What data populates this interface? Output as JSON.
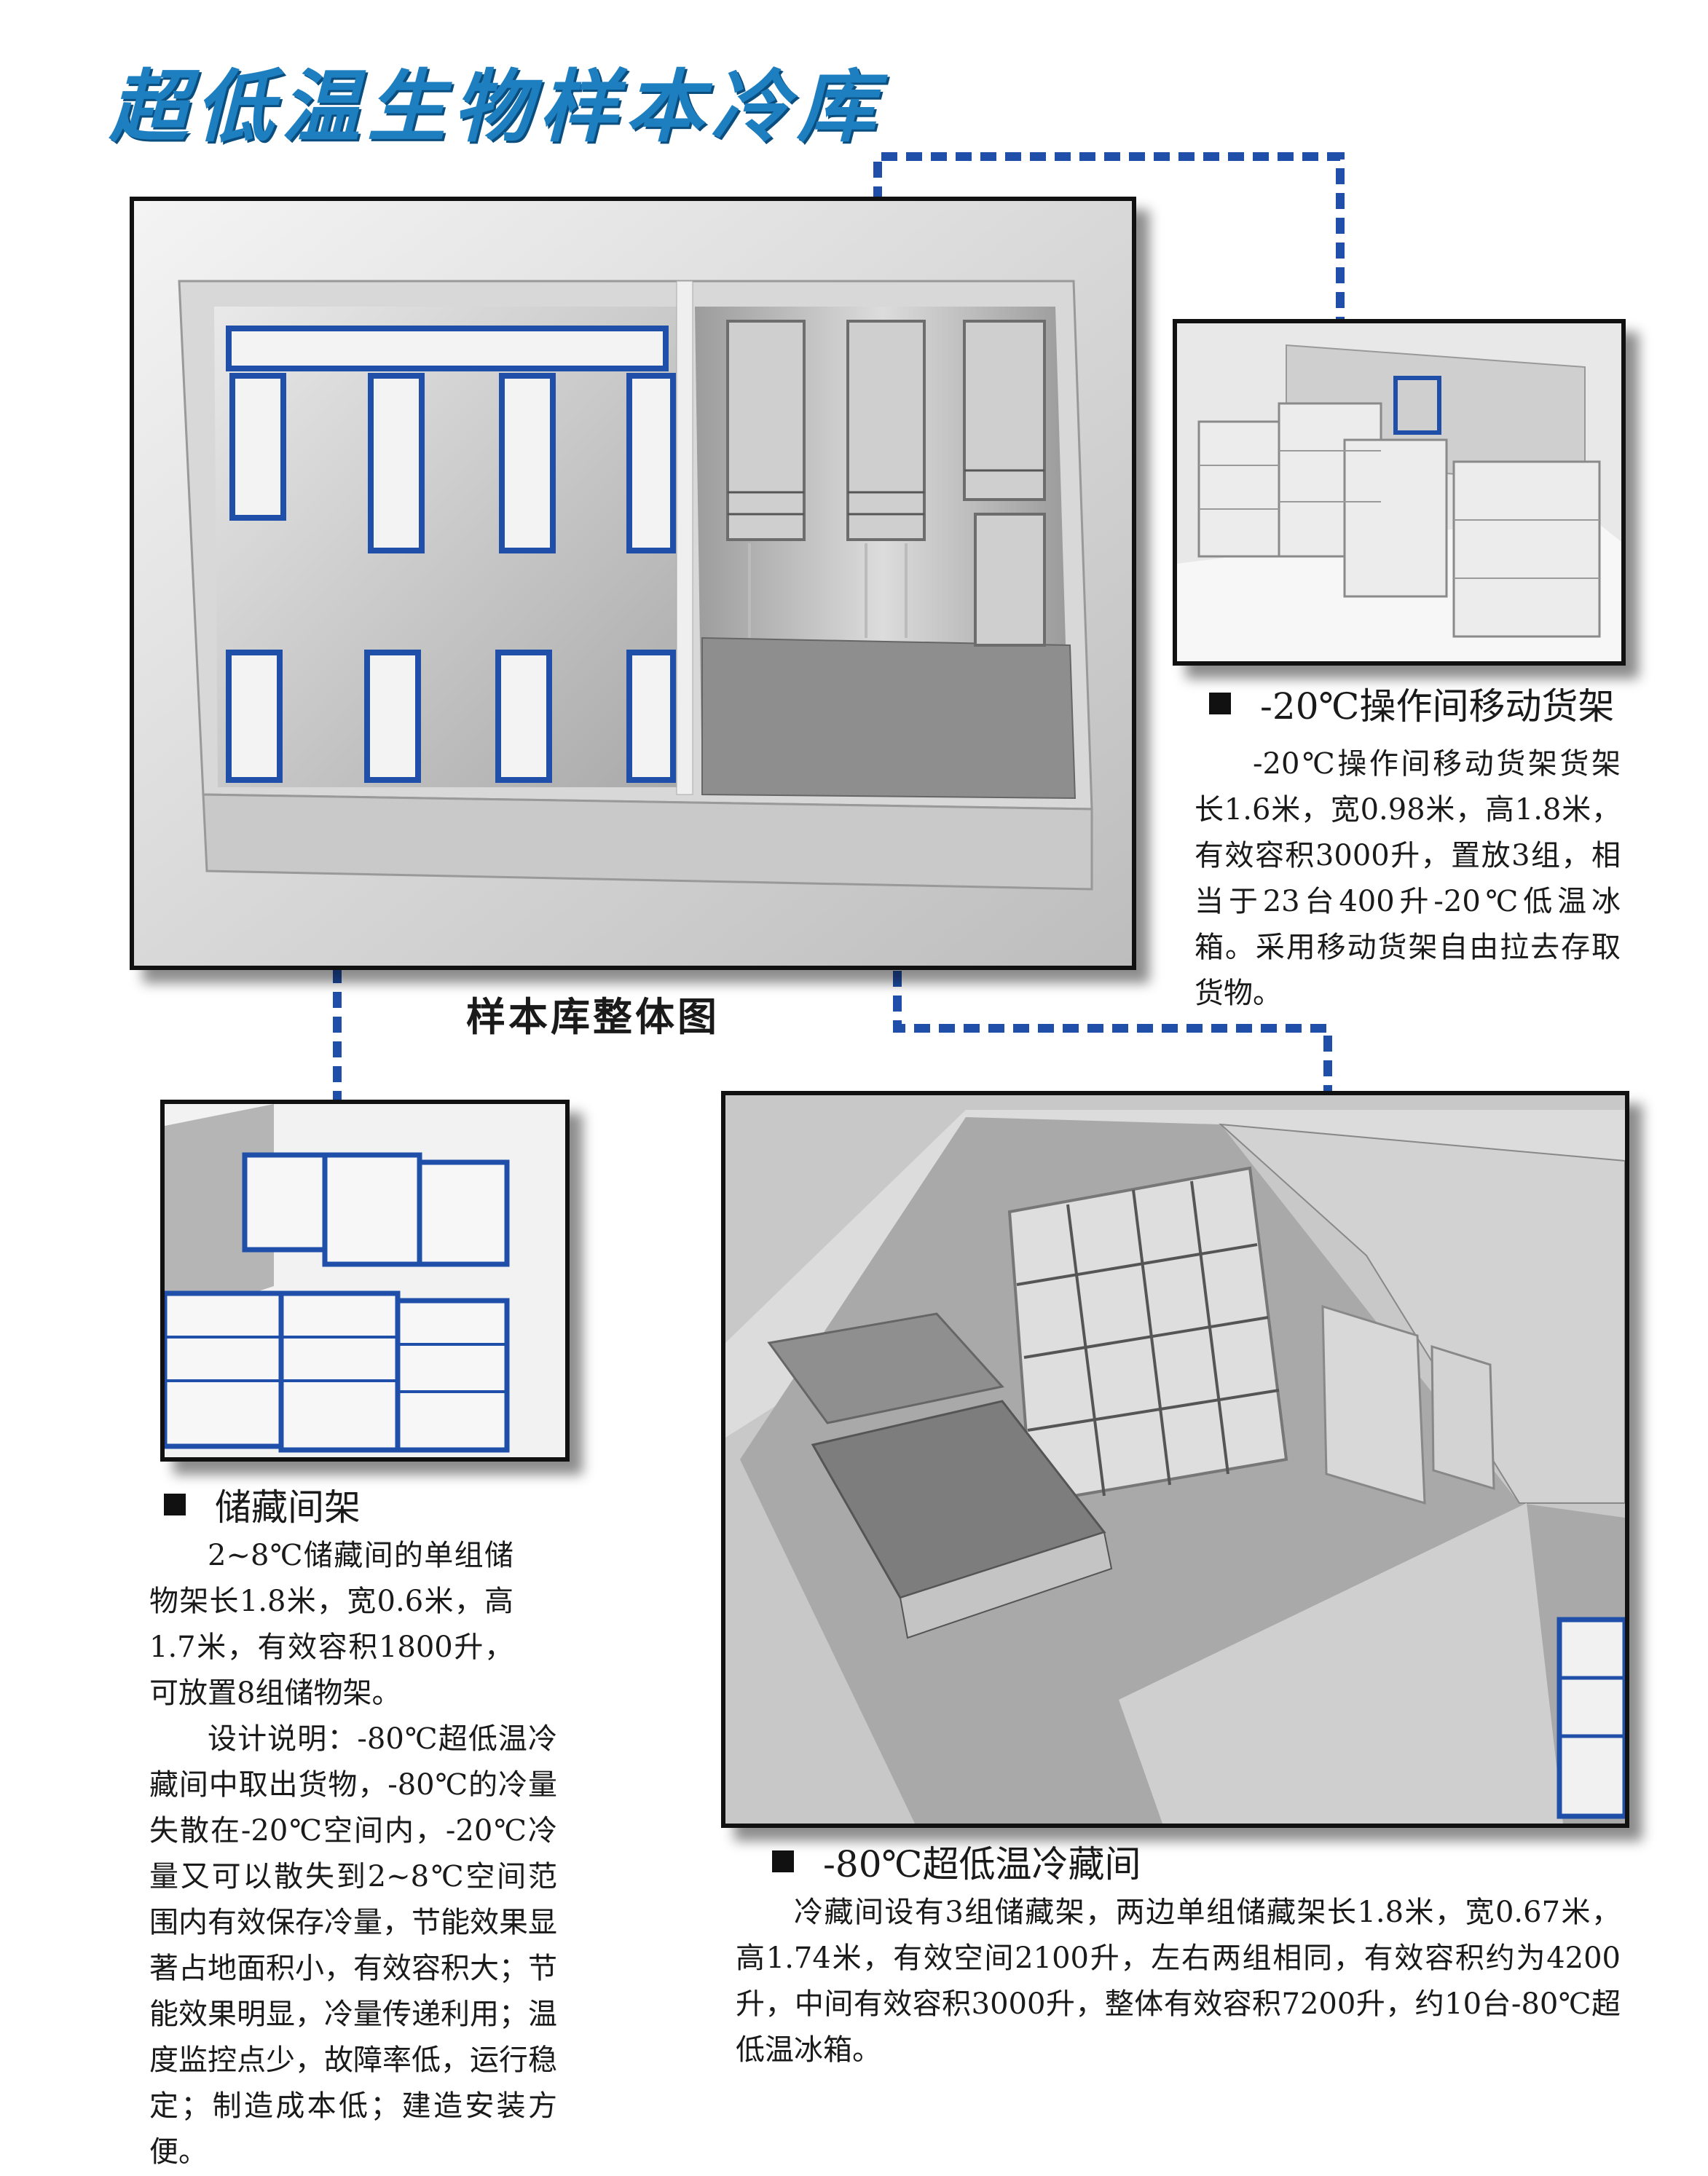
{
  "page": {
    "title": "超低温生物样本冷库",
    "accent_color": "#1E7FC0",
    "dashed_connector_color": "#1F4FA8"
  },
  "main_figure": {
    "caption": "样本库整体图"
  },
  "mobile_shelf": {
    "heading": "-20℃操作间移动货架",
    "body": "-20℃操作间移动货架货架长1.6米，宽0.98米，高1.8米，有效容积3000升，置放3组，相当于23台400升-20℃低温冰箱。采用移动货架自由拉去存取货物。"
  },
  "storage_shelf": {
    "heading": "储藏间架",
    "body": "2~8℃储藏间的单组储物架长1.8米，宽0.6米，高1.7米，有效容积1800升，可放置8组储物架。",
    "design_note": "设计说明：-80℃超低温冷藏间中取出货物，-80℃的冷量失散在-20℃空间内，-20℃冷量又可以散失到2~8℃空间范围内有效保存冷量，节能效果显著占地面积小，有效容积大；节能效果明显，冷量传递利用；温度监控点少，故障率低，运行稳定；制造成本低；建造安装方便。"
  },
  "ultra_low_room": {
    "heading": "-80℃超低温冷藏间",
    "body": "冷藏间设有3组储藏架，两边单组储藏架长1.8米，宽0.67米，高1.74米，有效空间2100升，左右两组相同，有效容积约为4200升，中间有效容积3000升，整体有效容积7200升，约10台-80℃超低温冰箱。"
  }
}
